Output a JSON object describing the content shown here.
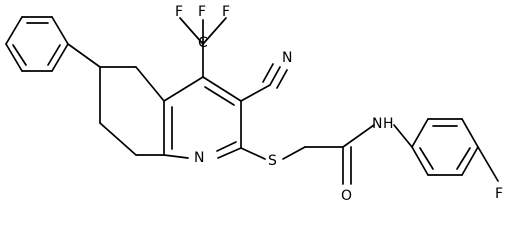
{
  "molecule": {
    "atom_labels": {
      "f1": "F",
      "f2": "F",
      "f3": "F",
      "c_cf3": "C",
      "n_nitrile": "N",
      "n_ring": "N",
      "s": "S",
      "o": "O",
      "nh": "N",
      "h": "H",
      "f_aryl": "F"
    },
    "colors": {
      "bond": "#000000",
      "label": "#000000",
      "background": "#ffffff"
    }
  }
}
